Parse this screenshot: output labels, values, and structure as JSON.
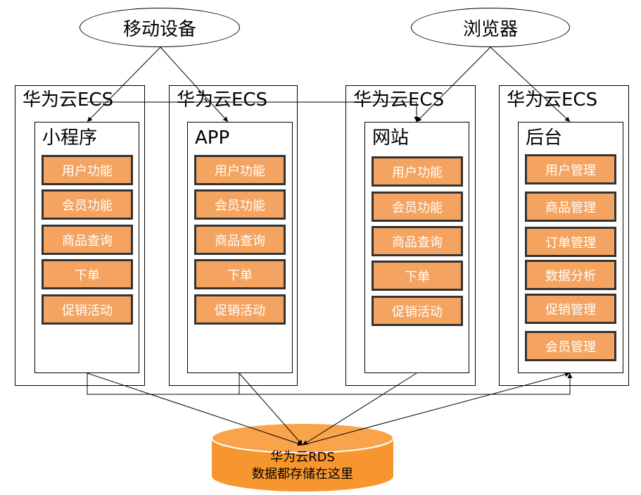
{
  "clients": {
    "mobile": "移动设备",
    "browser": "浏览器"
  },
  "servers": [
    {
      "title": "华为云ECS",
      "module": "小程序",
      "features": [
        "用户功能",
        "会员功能",
        "商品查询",
        "下单",
        "促销活动"
      ]
    },
    {
      "title": "华为云ECS",
      "module": "APP",
      "features": [
        "用户功能",
        "会员功能",
        "商品查询",
        "下单",
        "促销活动"
      ]
    },
    {
      "title": "华为云ECS",
      "module": "网站",
      "features": [
        "用户功能",
        "会员功能",
        "商品查询",
        "下单",
        "促销活动"
      ]
    },
    {
      "title": "华为云ECS",
      "module": "后台",
      "features": [
        "用户管理",
        "商品管理",
        "订单管理",
        "数据分析",
        "促销管理",
        "会员管理"
      ]
    }
  ],
  "database": {
    "line1": "华为云RDS",
    "line2": "数据都存储在这里"
  },
  "colors": {
    "feature_fill": "#f4a460",
    "feature_border": "#333333",
    "db_fill": "#f7962e",
    "db_top": "#f9a34a",
    "line": "#000000"
  }
}
